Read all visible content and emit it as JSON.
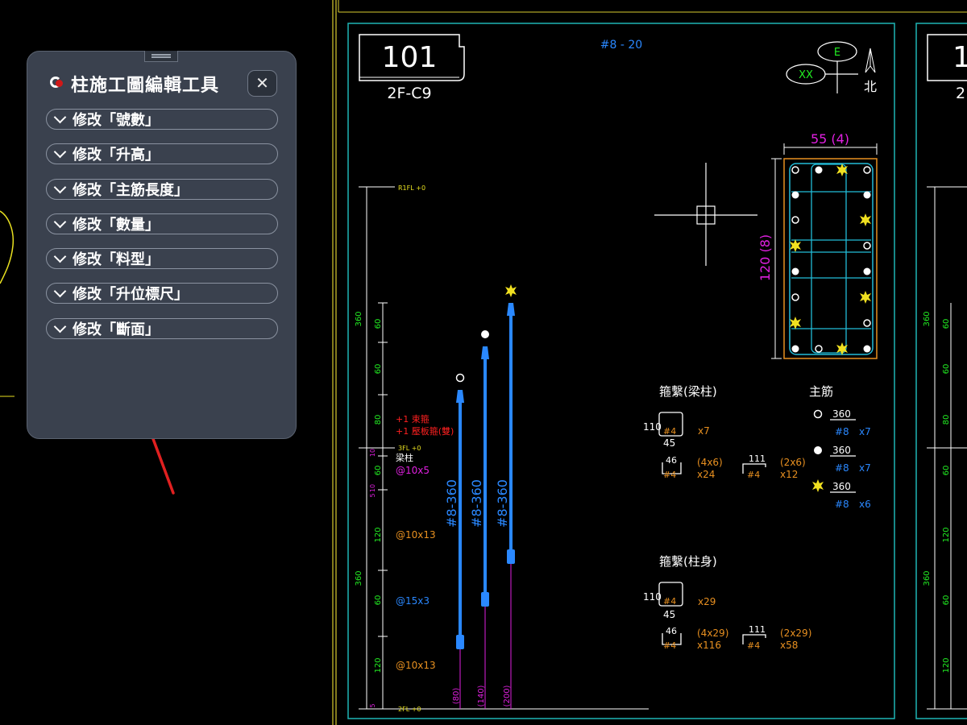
{
  "panel": {
    "title": "柱施工圖編輯工具",
    "close_glyph": "✕",
    "menu_items": [
      {
        "label": "修改「號數」"
      },
      {
        "label": "修改「升高」"
      },
      {
        "label": "修改「主筋長度」"
      },
      {
        "label": "修改「數量」"
      },
      {
        "label": "修改「料型」"
      },
      {
        "label": "修改「升位標尺」"
      },
      {
        "label": "修改「斷面」"
      }
    ]
  },
  "drawing": {
    "column_no": "101",
    "column_id": "2F-C9",
    "bar_label": "#8 - 20",
    "compass": {
      "e": "E",
      "xx": "XX",
      "north": "北"
    },
    "section_width": "55 (4)",
    "section_height": "120 (8)",
    "floor_labels": {
      "top": "R1FL +0",
      "mid": "3FL +0",
      "bottom": "2FL +0"
    },
    "height_labels": [
      "360",
      "360"
    ],
    "scale_labels": [
      "60",
      "60",
      "80",
      "10",
      "60",
      "10",
      "5",
      "120",
      "60",
      "120",
      "5"
    ],
    "notes": [
      "+1 束箍",
      "+1 壓板箍(雙)"
    ],
    "beam_column": "梁柱",
    "spacings": [
      "@10x5",
      "@10x13",
      "@15x3",
      "@10x13"
    ],
    "rebar_labels": [
      "#8-360",
      "#8-360",
      "#8-360"
    ],
    "offsets": [
      "(80)",
      "(140)",
      "(200)"
    ],
    "stirrup_beam": {
      "title": "箍繫(梁柱)",
      "dim_h": "110",
      "dim_w": "45",
      "bar": "#4",
      "count": "x7",
      "tie1_dim": "46",
      "tie1_bar": "#4",
      "tie1_grp": "(4x6)",
      "tie1_cnt": "x24",
      "tie2_dim": "111",
      "tie2_bar": "#4",
      "tie2_grp": "(2x6)",
      "tie2_cnt": "x12"
    },
    "stirrup_col": {
      "title": "箍繫(柱身)",
      "dim_h": "110",
      "dim_w": "45",
      "bar": "#4",
      "count": "x29",
      "tie1_dim": "46",
      "tie1_bar": "#4",
      "tie1_grp": "(4x29)",
      "tie1_cnt": "x116",
      "tie2_dim": "111",
      "tie2_bar": "#4",
      "tie2_grp": "(2x29)",
      "tie2_cnt": "x58"
    },
    "main_bars": {
      "title": "主筋",
      "rows": [
        {
          "len": "360",
          "bar": "#8",
          "cnt": "x7"
        },
        {
          "len": "360",
          "bar": "#8",
          "cnt": "x7"
        },
        {
          "len": "360",
          "bar": "#8",
          "cnt": "x6"
        }
      ]
    },
    "next_column_no": "1",
    "next_column_id": "2"
  }
}
